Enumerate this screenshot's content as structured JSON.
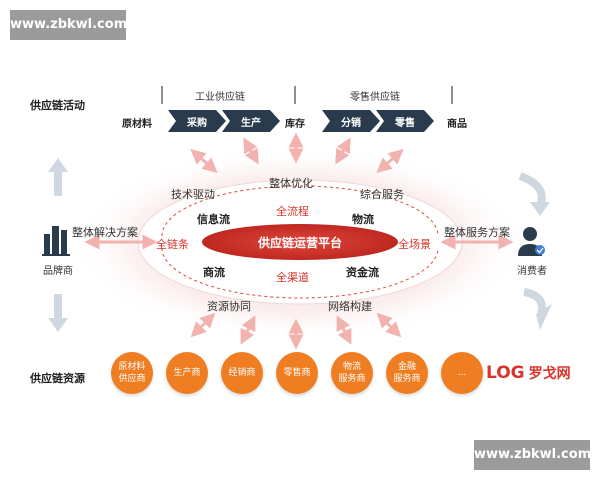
{
  "watermark": {
    "top": "www.zbkwl.com",
    "bottom": "www.zbkwl.com"
  },
  "rows": {
    "activity": "供应链活动",
    "resource": "供应链资源"
  },
  "chain": {
    "industrial": "工业供应链",
    "retail": "零售供应链",
    "raw_material": "原材料",
    "procure": "采购",
    "produce": "生产",
    "inventory": "库存",
    "distribute": "分销",
    "sell": "零售",
    "goods": "商品"
  },
  "sides": {
    "brand": "品牌商",
    "consumer": "消费者"
  },
  "ellipse": {
    "outer_top": [
      "技术驱动",
      "整体优化",
      "综合服务"
    ],
    "outer_bottom": [
      "资源协同",
      "网络构建"
    ],
    "left_solution": "整体解决方案",
    "right_solution": "整体服务方案",
    "full_process": "全流程",
    "full_chain": "全链条",
    "full_scene": "全场景",
    "full_channel": "全渠道",
    "info_flow": "信息流",
    "logistics_flow": "物流",
    "commerce_flow": "商流",
    "capital_flow": "资金流",
    "platform": "供应链运营平台"
  },
  "resources": [
    {
      "line1": "原材料",
      "line2": "供应商"
    },
    {
      "line1": "生产商",
      "line2": ""
    },
    {
      "line1": "经销商",
      "line2": ""
    },
    {
      "line1": "零售商",
      "line2": ""
    },
    {
      "line1": "物流",
      "line2": "服务商"
    },
    {
      "line1": "金融",
      "line2": "服务商"
    },
    {
      "line1": "...",
      "line2": ""
    }
  ],
  "logo": {
    "letters": "LOG",
    "name": "罗戈网"
  },
  "colors": {
    "chevron": "#2b3b4e",
    "orange": "#ef7d22",
    "red": "#d9342a",
    "arrow": "#f2b3ae"
  }
}
